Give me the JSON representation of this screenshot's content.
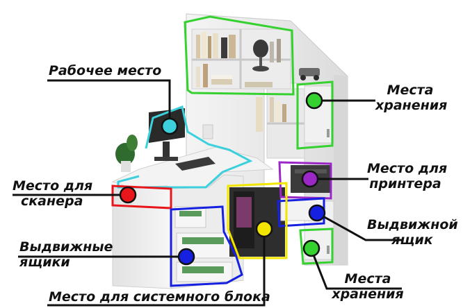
{
  "labels": {
    "workplace": "Рабочее место",
    "storage_top_1": "Места",
    "storage_top_2": "хранения",
    "printer_1": "Место для",
    "printer_2": "принтера",
    "scanner_1": "Место для",
    "scanner_2": "сканера",
    "drawer_1": "Выдвижной",
    "drawer_2": "ящик",
    "drawers_1": "Выдвижные",
    "drawers_2": "ящики",
    "storage_bottom_1": "Места",
    "storage_bottom_2": "хранения",
    "system_unit": "Место для системного блока"
  },
  "colors": {
    "workplace": "#3bd0dc",
    "storage": "#35d12f",
    "printer": "#9b27c7",
    "scanner": "#e8161b",
    "drawer": "#1620e0",
    "drawers": "#1620e0",
    "system_unit": "#f2e600"
  },
  "icons": [
    "monitor",
    "keyboard",
    "plant",
    "printer",
    "computer-tower",
    "table-lamp",
    "toy-car"
  ]
}
